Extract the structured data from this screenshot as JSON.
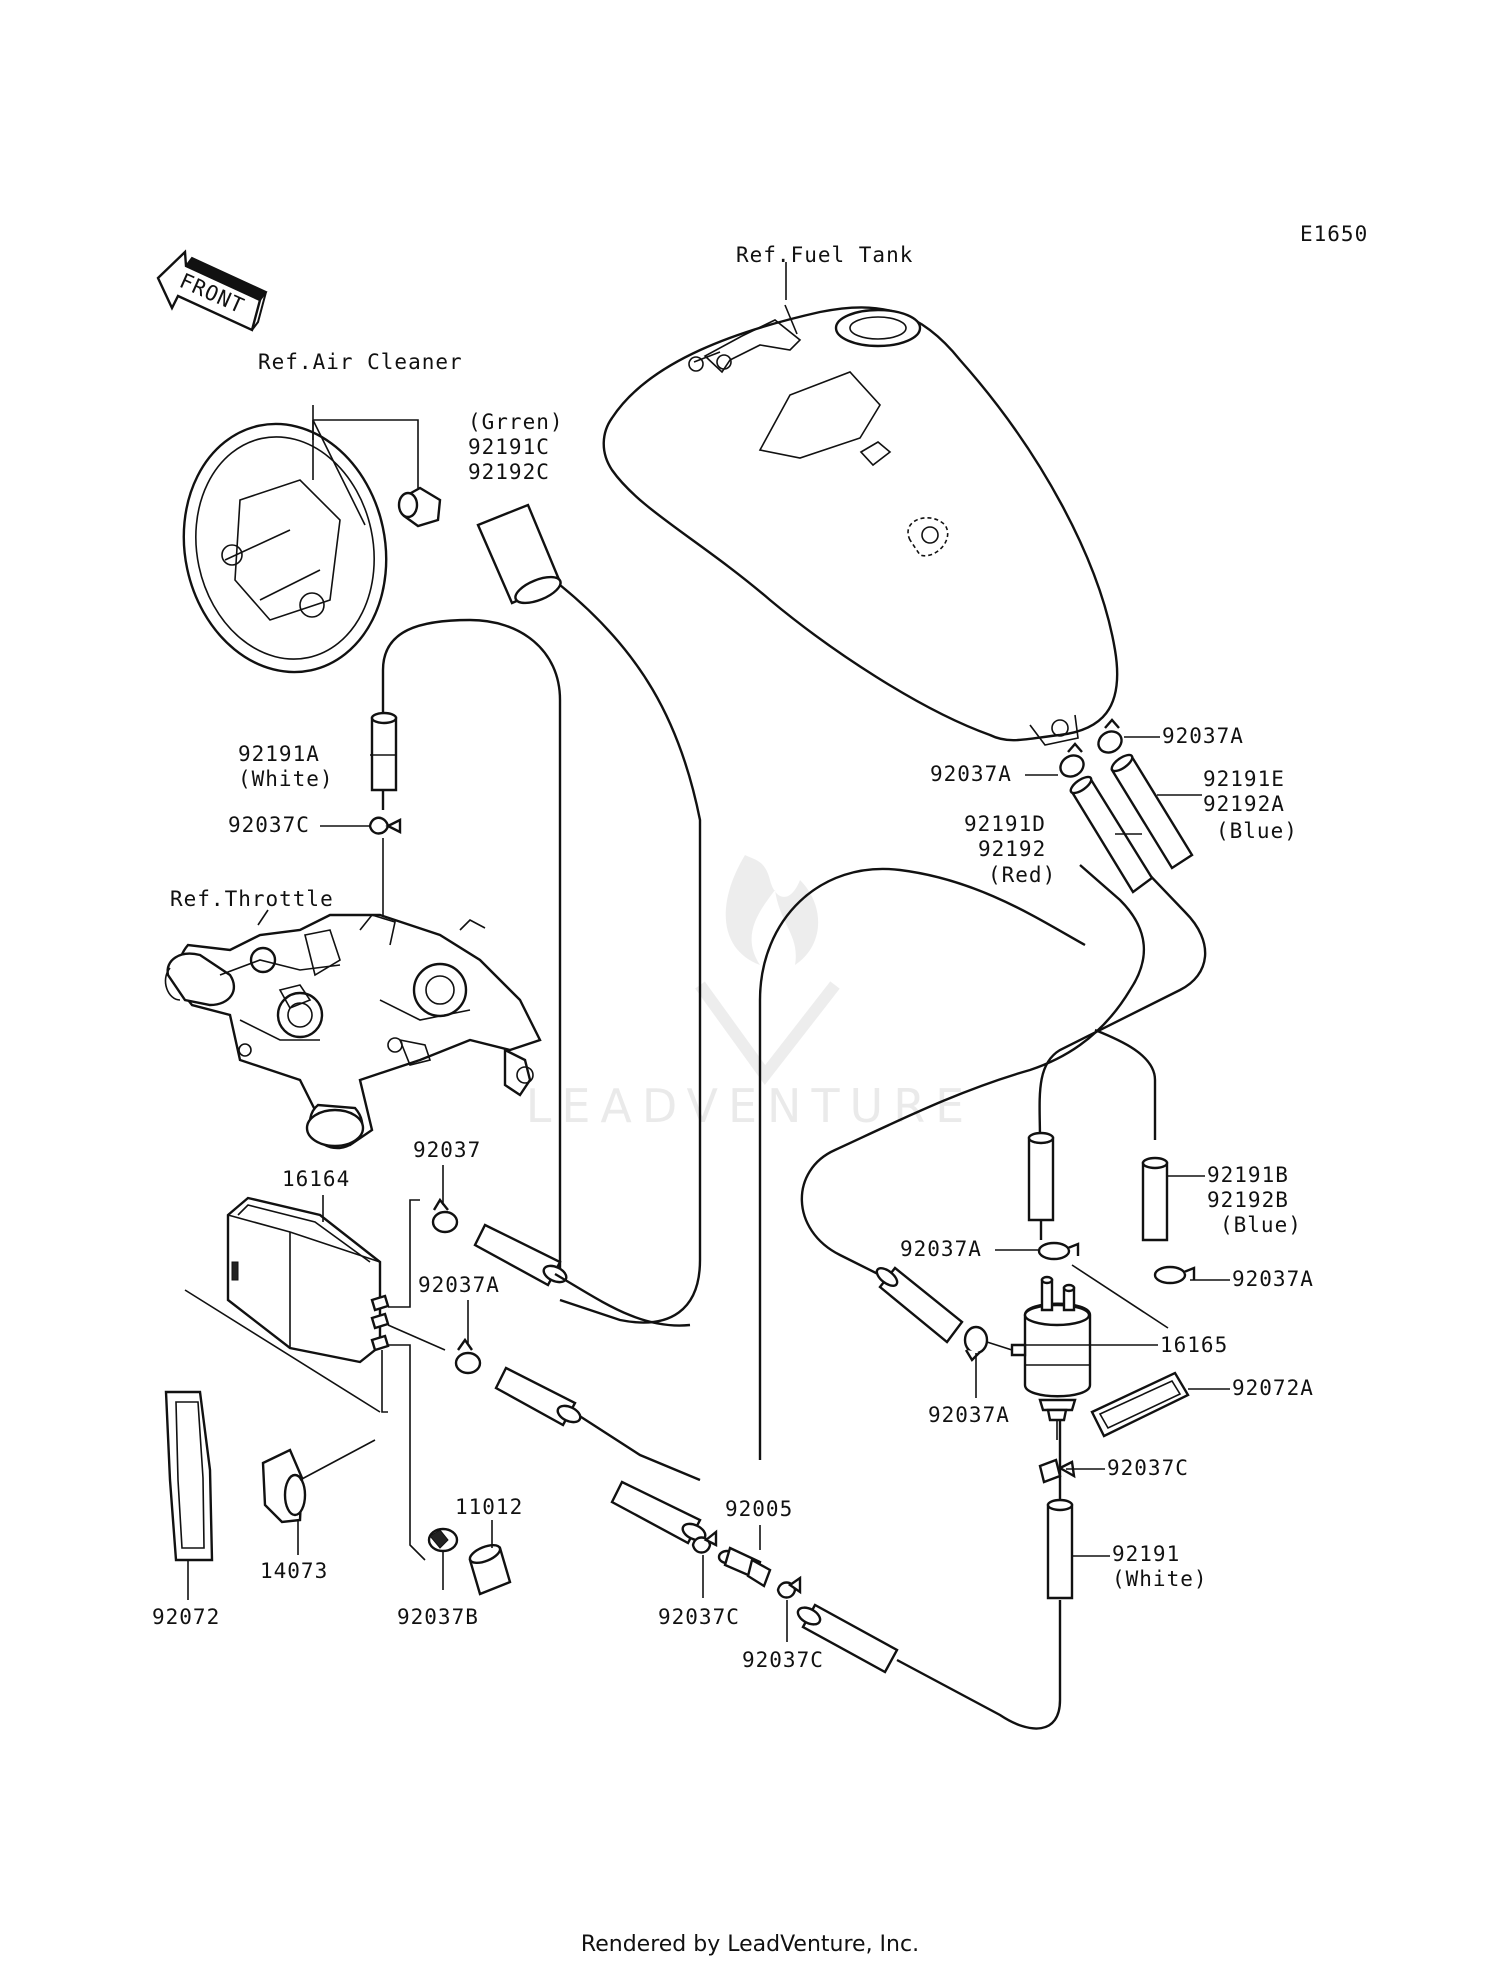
{
  "diagram_code": "E1650",
  "front_label": "FRONT",
  "refs": {
    "fuel_tank": "Ref.Fuel Tank",
    "air_cleaner": "Ref.Air Cleaner",
    "throttle": "Ref.Throttle"
  },
  "labels": {
    "grrn": "(Grren)",
    "p92191C": "92191C",
    "p92192C": "92192C",
    "p92191A": "92191A",
    "white1": "(White)",
    "p92037C_top": "92037C",
    "p92037A_tank1": "92037A",
    "p92037A_tank2": "92037A",
    "p92191E": "92191E",
    "p92192A": "92192A",
    "blue1": "(Blue)",
    "p92191D": "92191D",
    "p92192": "92192",
    "red": "(Red)",
    "p92037": "92037",
    "p16164": "16164",
    "p92037A_can": "92037A",
    "p92191B": "92191B",
    "p92192B": "92192B",
    "blue2": "(Blue)",
    "p92037A_fl1": "92037A",
    "p92037A_fl2": "92037A",
    "p16165": "16165",
    "p92037A_fl3": "92037A",
    "p92072A": "92072A",
    "p92037C_fl": "92037C",
    "p92072": "92072",
    "p14073": "14073",
    "p11012": "11012",
    "p92037B": "92037B",
    "p92005": "92005",
    "p92037C_b1": "92037C",
    "p92037C_b2": "92037C",
    "p92191": "92191",
    "white2": "(White)"
  },
  "watermark": "LEADVENTURE",
  "footer": "Rendered by LeadVenture, Inc."
}
